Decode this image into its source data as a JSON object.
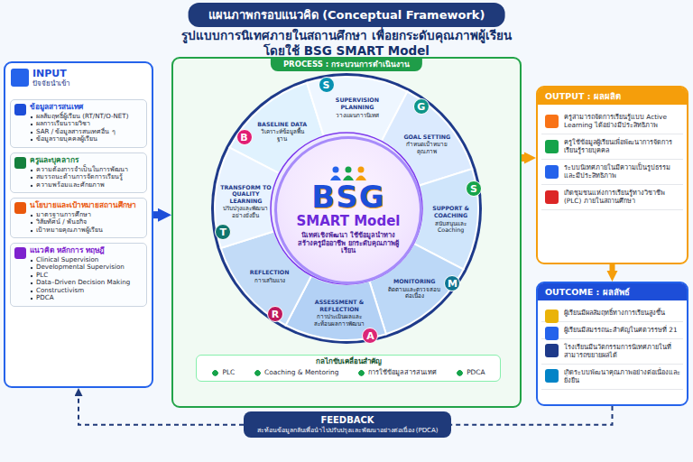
{
  "diagram": {
    "title": "แผนภาพกรอบแนวคิด (Conceptual Framework)",
    "nodes": [
      {
        "text": [
          "INPUT",
          "ปัจจัยนำเข้า"
        ]
      },
      {
        "text": [
          "ข้อมูลสารสนเทศ",
          "ผลสัมฤทธิ์ผู้เรียน (RT/NT/O-NET)",
          "ผลการเรียนรายวิชา",
          "SAR / ข้อมูลสารสนเทศอื่น ๆ",
          "ข้อมูลรายบุคคลผู้เรียน"
        ],
        "in": 0
      },
      {
        "text": [
          "ครูและบุคลากร",
          "ความต้องการจำเป็นในการพัฒนา",
          "สมรรถนะด้านการจัดการเรียนรู้",
          "ความพร้อมและศักยภาพ"
        ],
        "in": 0
      },
      {
        "text": [
          "นโยบายและเป้าหมายสถานศึกษา",
          "มาตรฐานการศึกษา",
          "วิสัยทัศน์ / พันธกิจ",
          "เป้าหมายคุณภาพผู้เรียน"
        ],
        "in": 0
      },
      {
        "text": [
          "แนวคิด หลักการ ทฤษฎี",
          "Clinical Supervision",
          "Developmental Supervision",
          "PLC",
          "Data–Driven Decision Making",
          "Constructivism",
          "PDCA"
        ],
        "in": 0
      },
      {
        "text": [
          "PROCESS : กระบวนการดำเนินงาน"
        ]
      },
      {
        "text": [
          "BSG",
          "SMART Model",
          "นิเทศเชิงพัฒนา ใช้ข้อมูลนำทาง สร้างครูมืออาชีพ ยกระดับคุณภาพผู้เรียน"
        ],
        "in": 5
      },
      {
        "text": [
          "B",
          "BASELINE DATA",
          "วิเคราะห์ข้อมูลพื้นฐาน"
        ],
        "in": 5
      },
      {
        "text": [
          "S",
          "SUPERVISION PLANNING",
          "วางแผนการนิเทศ"
        ],
        "in": 5
      },
      {
        "text": [
          "G",
          "GOAL SETTING",
          "กำหนดเป้าหมายคุณภาพ"
        ],
        "in": 5
      },
      {
        "text": [
          "S",
          "SUPPORT & COACHING",
          "สนับสนุนและ Coaching"
        ],
        "in": 5
      },
      {
        "text": [
          "M",
          "MONITORING",
          "ติดตามและตรวจสอบต่อเนื่อง"
        ],
        "in": 5
      },
      {
        "text": [
          "A",
          "ASSESSMENT & REFLECTION",
          "การประเมินผลและสะท้อนผลการพัฒนา"
        ],
        "in": 5
      },
      {
        "text": [
          "R",
          "REFLECTION",
          "การเสริมแรง"
        ],
        "in": 5
      },
      {
        "text": [
          "T",
          "TRANSFORM TO QUALITY LEARNING",
          "ปรับปรุงและพัฒนาอย่างยั่งยืน"
        ],
        "in": 5
      },
      {
        "text": [
          "กลไกขับเคลื่อนสำคัญ",
          "PLC",
          "Coaching & Mentoring",
          "การใช้ข้อมูลสารสนเทศ",
          "PDCA"
        ],
        "in": 5
      },
      {
        "text": [
          "OUTPUT : ผลผลิต"
        ]
      },
      {
        "text": [
          "ครูสามารถจัดการเรียนรู้แบบ Active Learning ได้อย่างมีประสิทธิภาพ"
        ],
        "in": 16
      },
      {
        "text": [
          "ครูใช้ข้อมูลผู้เรียนเพื่อพัฒนาการจัดการเรียนรู้รายบุคคล"
        ],
        "in": 16
      },
      {
        "text": [
          "ระบบนิเทศภายในมีความเป็นรูปธรรมและมีประสิทธิภาพ"
        ],
        "in": 16
      },
      {
        "text": [
          "เกิดชุมชนแห่งการเรียนรู้ทางวิชาชีพ (PLC) ภายในสถานศึกษา"
        ],
        "in": 16
      },
      {
        "text": [
          "OUTCOME : ผลลัพธ์"
        ]
      },
      {
        "text": [
          "ผู้เรียนมีผลสัมฤทธิ์ทางการเรียนสูงขึ้น"
        ],
        "in": 21
      },
      {
        "text": [
          "ผู้เรียนมีสมรรถนะสำคัญในศตวรรษที่ 21"
        ],
        "in": 21
      },
      {
        "text": [
          "โรงเรียนมีนวัตกรรมการนิเทศภายในที่สามารถขยายผลได้"
        ],
        "in": 21
      },
      {
        "text": [
          "เกิดระบบพัฒนาคุณภาพอย่างต่อเนื่องและยั่งยืน"
        ],
        "in": 21
      },
      {
        "text": [
          "FEEDBACK",
          "สะท้อนข้อมูลกลับเพื่อนำไปปรับปรุงและพัฒนาอย่างต่อเนื่อง (PDCA)"
        ]
      }
    ],
    "edges": [
      {
        "from": 0,
        "to": 5,
        "arrow": "to"
      },
      {
        "from": 5,
        "to": 16,
        "arrow": "to"
      },
      {
        "from": 16,
        "to": 21,
        "arrow": "to"
      },
      {
        "from": 21,
        "to": 26,
        "arrow": "none"
      },
      {
        "from": 26,
        "to": 0,
        "arrow": "to"
      }
    ],
    "labels": [
      "รูปแบบการนิเทศภายในสถานศึกษา เพื่อยกระดับคุณภาพผู้เรียน",
      "โดยใช้ BSG SMART Model"
    ]
  }
}
